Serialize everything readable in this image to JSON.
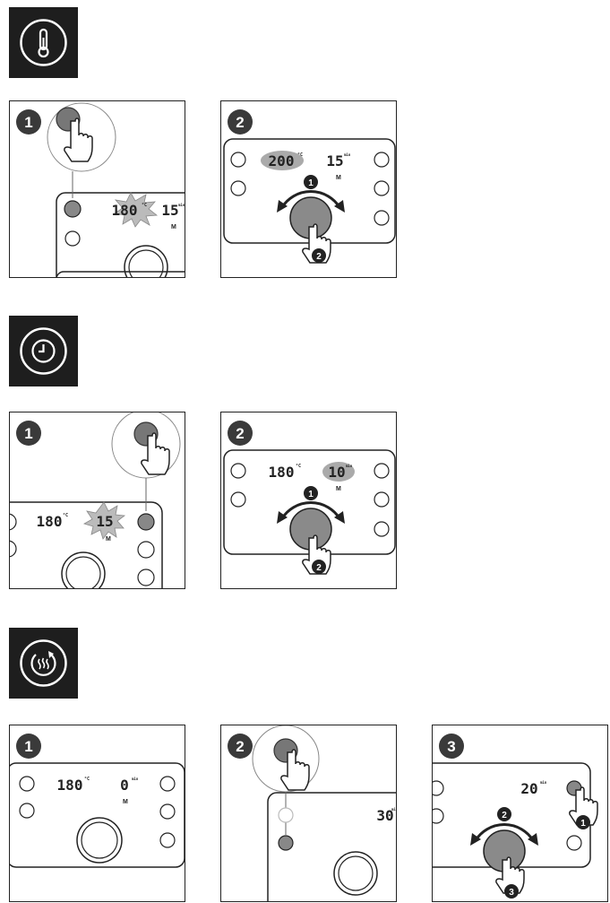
{
  "sections": [
    {
      "icon": "thermometer-icon",
      "panels": [
        {
          "step": "1",
          "temp": "180",
          "temp_unit": "°C",
          "time": "15",
          "time_unit": "min",
          "m": "M"
        },
        {
          "step": "2",
          "temp": "200",
          "temp_unit": "°C",
          "time": "15",
          "time_unit": "min",
          "m": "M",
          "sub1": "1",
          "sub2": "2"
        }
      ]
    },
    {
      "icon": "clock-icon",
      "panels": [
        {
          "step": "1",
          "temp": "180",
          "temp_unit": "°C",
          "time": "15",
          "m": "M"
        },
        {
          "step": "2",
          "temp": "180",
          "temp_unit": "°C",
          "time": "10",
          "time_unit": "min",
          "m": "M",
          "sub1": "1",
          "sub2": "2"
        }
      ]
    },
    {
      "icon": "keep-warm-icon",
      "panels": [
        {
          "step": "1",
          "temp": "180",
          "temp_unit": "°C",
          "time": "0",
          "time_unit": "min",
          "m": "M"
        },
        {
          "step": "2",
          "time": "30",
          "time_unit": "min"
        },
        {
          "step": "3",
          "time": "20",
          "time_unit": "min",
          "sub1": "1",
          "sub2": "2",
          "sub3": "3"
        }
      ]
    }
  ]
}
